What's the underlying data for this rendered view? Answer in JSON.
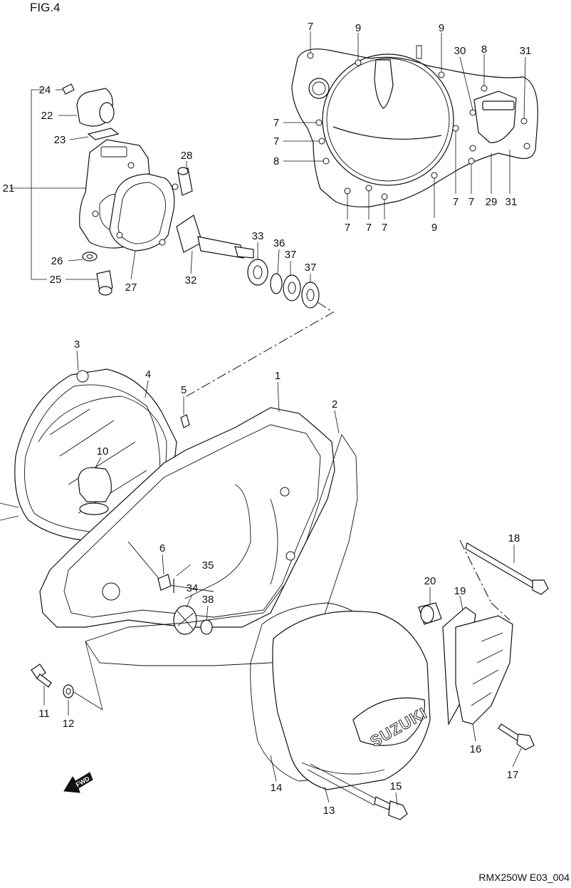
{
  "figure": {
    "title": "FIG.4",
    "code": "RMX250W E03_004",
    "fwd_label": "FWD",
    "logo_text": "SUZUKI"
  },
  "parts": {
    "p1": "1",
    "p2": "2",
    "p3": "3",
    "p4": "4",
    "p5": "5",
    "p6": "6",
    "p7": "7",
    "p8": "8",
    "p9": "9",
    "p10": "10",
    "p11": "11",
    "p12": "12",
    "p13": "13",
    "p14": "14",
    "p15": "15",
    "p16": "16",
    "p17": "17",
    "p18": "18",
    "p19": "19",
    "p20": "20",
    "p21": "21",
    "p22": "22",
    "p23": "23",
    "p24": "24",
    "p25": "25",
    "p26": "26",
    "p27": "27",
    "p28": "28",
    "p29": "29",
    "p30": "30",
    "p31": "31",
    "p32": "32",
    "p33": "33",
    "p34": "34",
    "p35": "35",
    "p36": "36",
    "p37": "37",
    "p38": "38"
  }
}
